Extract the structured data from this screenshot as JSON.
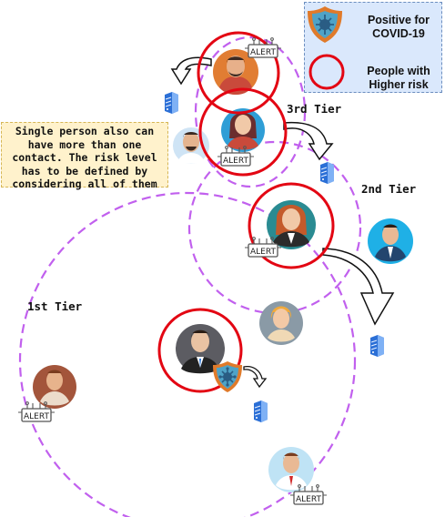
{
  "legend": {
    "positive_label": "Positive for COVID-19",
    "high_risk_label": "People with Higher risk",
    "virus_shield_icon": "virus-shield-icon",
    "high_risk_icon": "red-ring-icon"
  },
  "note": {
    "text": "Single person also can have more than one contact. The risk level has to be defined by considering all of them"
  },
  "tiers": {
    "first": "1st Tier",
    "second": "2nd Tier",
    "third": "3rd Tier"
  },
  "alert_text": "ALERT",
  "colors": {
    "tier_ring": "#c160ee",
    "high_risk_ring": "#e30613",
    "legend_bg": "#dae8fc",
    "note_bg": "#fff2cc"
  }
}
